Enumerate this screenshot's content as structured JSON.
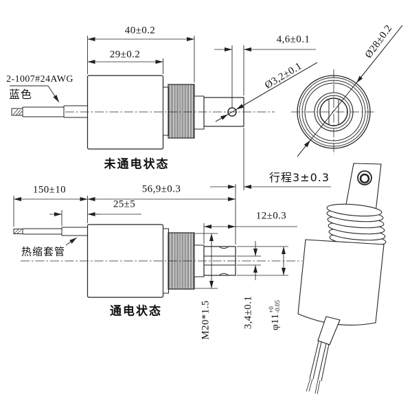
{
  "top_view": {
    "caption": "未通电状态",
    "dim_total_length": "40±0.2",
    "dim_body_length": "29±0.2",
    "dim_hole_to_end": "4,6±0.1",
    "dim_hole_dia": "Ø3,2±0.1",
    "dim_face_dia": "Ø28±0.2",
    "wire_spec": "2-1007#24AWG",
    "wire_color": "蓝色"
  },
  "bottom_view": {
    "caption": "通电状态",
    "dim_wire_length": "150±10",
    "dim_total_length": "56,9±0.3",
    "dim_sleeve": "25±5",
    "dim_protrusion": "12±0.3",
    "thread_spec": "M20*1.5",
    "dim_slot_width": "3,4±0.1",
    "dim_plunger_dia": "φ11",
    "dia_tol_upper": "+0",
    "dia_tol_lower": "-0.05",
    "heat_shrink_label": "热缩套管"
  },
  "shared": {
    "dim_stroke": "行程3±0.3"
  },
  "colors": {
    "line": "#222222",
    "background": "#ffffff",
    "text": "#111111"
  }
}
